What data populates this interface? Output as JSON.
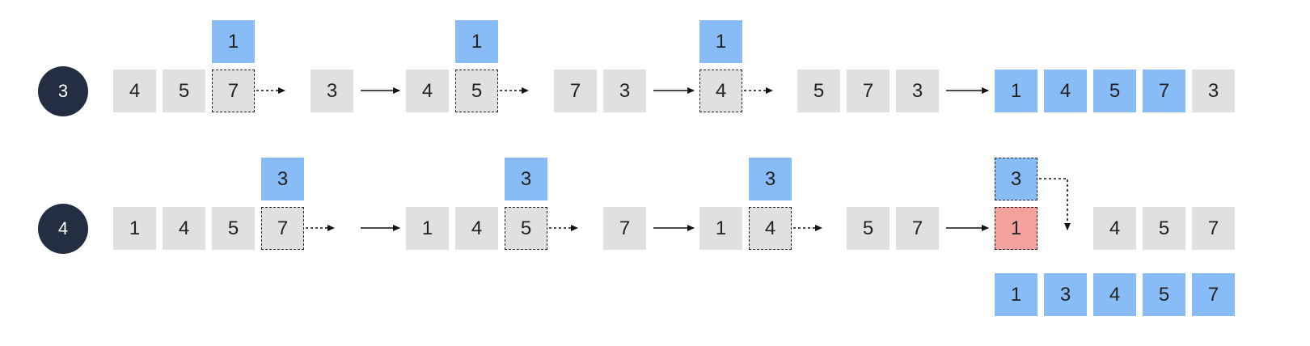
{
  "colors": {
    "gray_cell": "#e0e0e0",
    "blue_cell": "#88bcf6",
    "pink_cell": "#f4a29d",
    "badge_bg": "#232e42",
    "badge_text": "#ffffff",
    "arrow": "#111111"
  },
  "rows": [
    {
      "badge": "3",
      "cells": [
        {
          "v": "4"
        },
        {
          "v": "5"
        },
        {
          "v": "7",
          "style": "dashed"
        },
        {
          "v": "1",
          "style": "blue"
        },
        {
          "v": "3"
        },
        {
          "v": "4"
        },
        {
          "v": "5",
          "style": "dashed"
        },
        {
          "v": "1",
          "style": "blue"
        },
        {
          "v": "7"
        },
        {
          "v": "3"
        },
        {
          "v": "4",
          "style": "dashed"
        },
        {
          "v": "1",
          "style": "blue"
        },
        {
          "v": "5"
        },
        {
          "v": "7"
        },
        {
          "v": "3"
        },
        {
          "v": "1",
          "style": "blue"
        },
        {
          "v": "4",
          "style": "blue"
        },
        {
          "v": "5",
          "style": "blue"
        },
        {
          "v": "7",
          "style": "blue"
        },
        {
          "v": "3"
        }
      ]
    },
    {
      "badge": "4",
      "cells": [
        {
          "v": "1"
        },
        {
          "v": "4"
        },
        {
          "v": "5"
        },
        {
          "v": "7",
          "style": "dashed"
        },
        {
          "v": "3",
          "style": "blue"
        },
        {
          "v": "1"
        },
        {
          "v": "4"
        },
        {
          "v": "5",
          "style": "dashed"
        },
        {
          "v": "3",
          "style": "blue"
        },
        {
          "v": "7"
        },
        {
          "v": "1"
        },
        {
          "v": "4",
          "style": "dashed"
        },
        {
          "v": "3",
          "style": "blue"
        },
        {
          "v": "5"
        },
        {
          "v": "7"
        },
        {
          "v": "3",
          "style": "blue dashed"
        },
        {
          "v": "1",
          "style": "pink dashed"
        },
        {
          "v": "4"
        },
        {
          "v": "5"
        },
        {
          "v": "7"
        },
        {
          "v": "1",
          "style": "blue"
        },
        {
          "v": "3",
          "style": "blue"
        },
        {
          "v": "4",
          "style": "blue"
        },
        {
          "v": "5",
          "style": "blue"
        },
        {
          "v": "7",
          "style": "blue"
        }
      ]
    }
  ]
}
